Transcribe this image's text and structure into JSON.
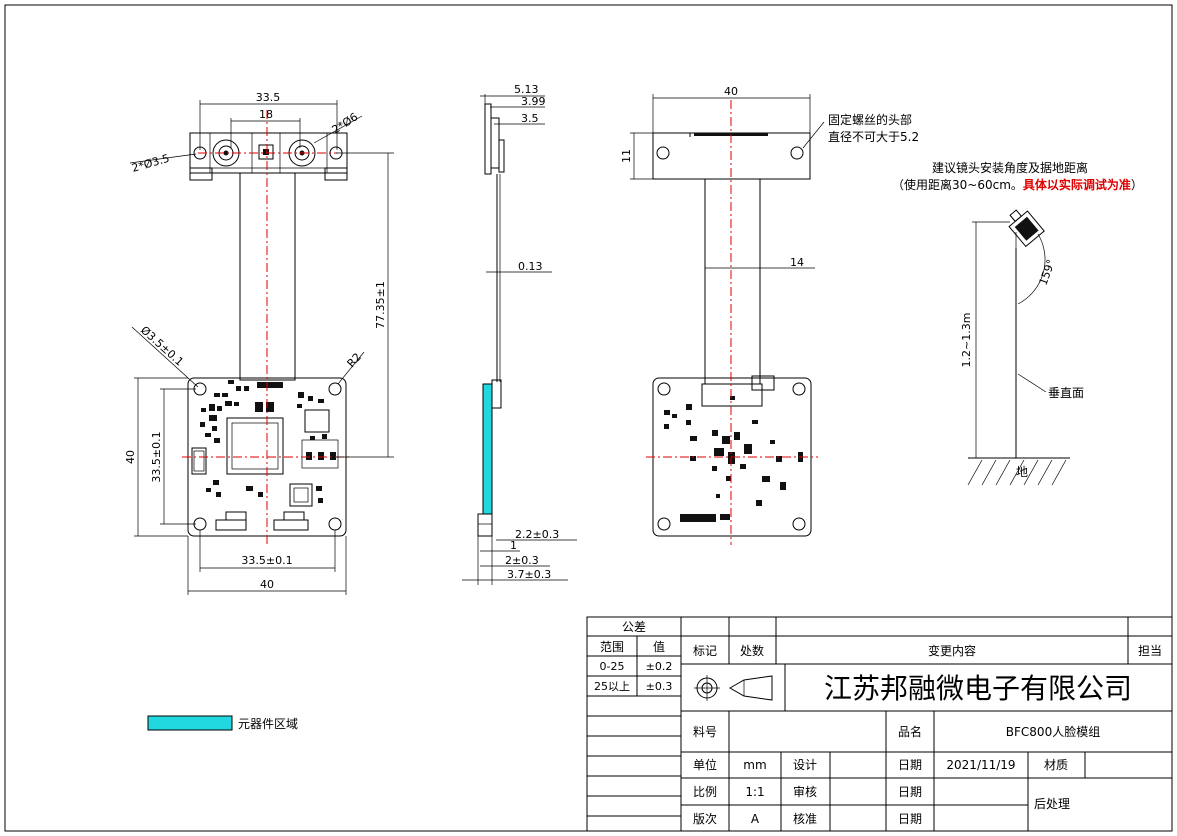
{
  "colors": {
    "centerline": "#e00000",
    "component_area": "#22d8e0",
    "note_red": "#e00000"
  },
  "front_view": {
    "dims": {
      "top_width": "33.5",
      "lens_spacing": "18",
      "hole_left": "2*Ø3.5",
      "hole_right": "2*Ø6",
      "cable_length": "77.35±1",
      "hole_lower": "Ø3.5±0.1",
      "corner_radius": "R2",
      "board_height": "40",
      "hole_spacing_v": "33.5±0.1",
      "hole_spacing_h": "33.5±0.1",
      "board_width": "40"
    }
  },
  "side_view": {
    "dims": {
      "d1": "5.13",
      "d2": "3.99",
      "d3": "3.5",
      "cable_thickness": "0.13",
      "d4": "2.2±0.3",
      "d5": "1",
      "d6": "2±0.3",
      "d7": "3.7±0.3"
    }
  },
  "back_view": {
    "dims": {
      "top_width": "40",
      "top_height": "11",
      "cable_width": "14"
    },
    "screw_note": [
      "固定螺丝的头部",
      "直径不可大于5.2"
    ]
  },
  "install": {
    "note_line1": "建议镜头安装角度及据地距离",
    "note_line2_prefix": "（使用距离30~60cm。",
    "note_line2_red": "具体以实际调试为准",
    "note_line2_suffix": "）",
    "angle": "159°",
    "height": "1.2~1.3m",
    "vertical_label": "垂直面",
    "ground_label": "地"
  },
  "legend": {
    "label": "元器件区域"
  },
  "title_block": {
    "tolerance": {
      "header": "公差",
      "col_range": "范围",
      "col_value": "值",
      "rows": [
        {
          "range": "0-25",
          "value": "±0.2"
        },
        {
          "range": "25以上",
          "value": "±0.3"
        }
      ]
    },
    "rev_headers": {
      "mark": "标记",
      "count": "处数",
      "content": "变更内容",
      "owner": "担当"
    },
    "company": "江苏邦融微电子有限公司",
    "part_no_label": "料号",
    "part_no": "",
    "product_label": "品名",
    "product": "BFC800人脸模组",
    "unit_label": "单位",
    "unit": "mm",
    "design_label": "设计",
    "date_label": "日期",
    "date": "2021/11/19",
    "material_label": "材质",
    "scale_label": "比例",
    "scale": "1:1",
    "review_label": "审核",
    "post_label": "后处理",
    "version_label": "版次",
    "version": "A",
    "approve_label": "核准"
  }
}
